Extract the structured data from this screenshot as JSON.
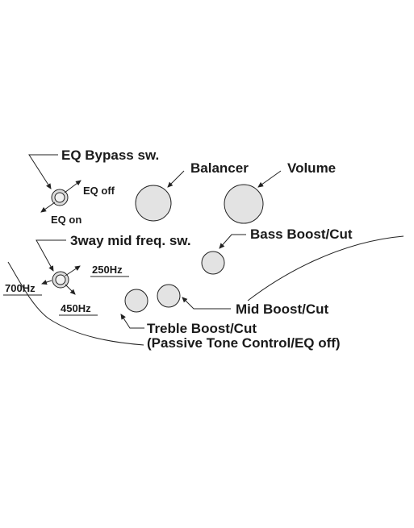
{
  "labels": {
    "eq_bypass": "EQ Bypass sw.",
    "eq_off": "EQ off",
    "eq_on": "EQ on",
    "balancer": "Balancer",
    "volume": "Volume",
    "bass": "Bass Boost/Cut",
    "mid_freq": "3way mid freq. sw.",
    "freq_250": "250Hz",
    "freq_700": "700Hz",
    "freq_450": "450Hz",
    "mid": "Mid Boost/Cut",
    "treble_1": "Treble Boost/Cut",
    "treble_2": "(Passive Tone Control/EQ off)"
  },
  "colors": {
    "knob_fill": "#e3e3e3",
    "line": "#222222"
  }
}
